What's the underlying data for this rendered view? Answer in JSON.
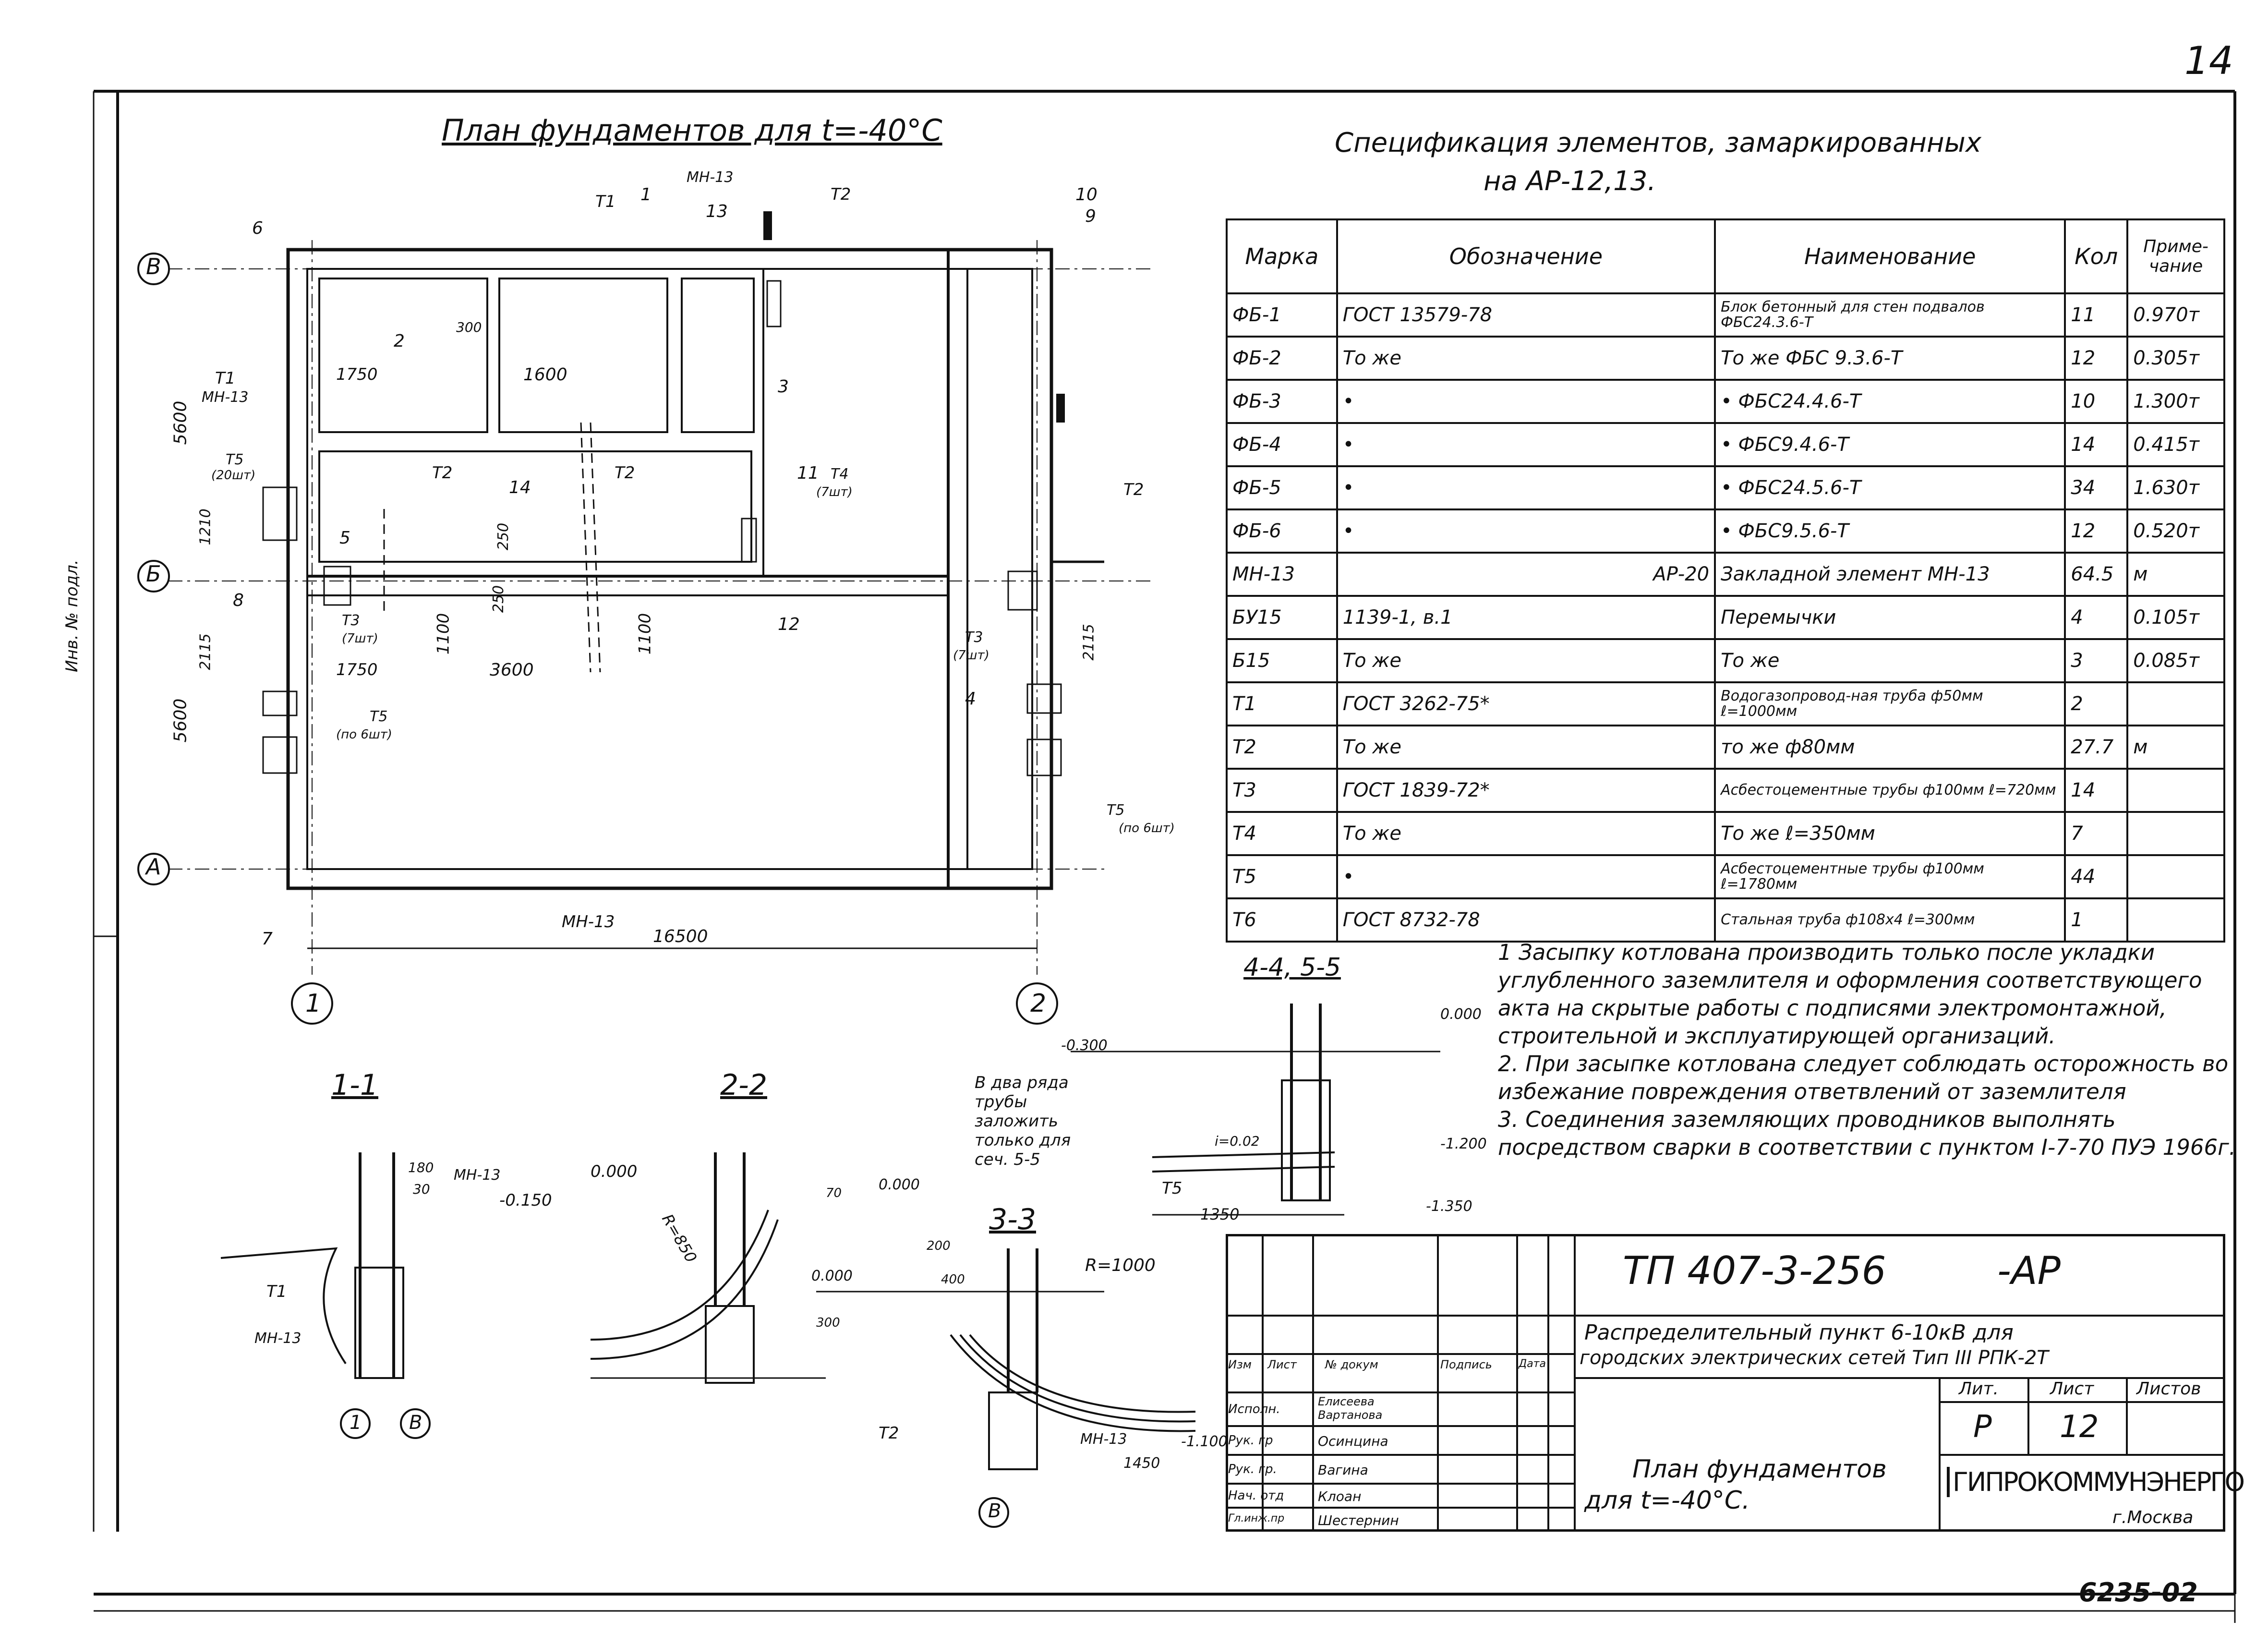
{
  "sheet_corner_number": "14",
  "plan": {
    "title": "План фундаментов для t=-40°C",
    "axis_letters": [
      "В",
      "Б",
      "А"
    ],
    "axis_numbers": [
      "1",
      "2"
    ],
    "dims": {
      "overall_length": "16500",
      "left_upper": "5600",
      "left_lower": "5600",
      "d3600": "3600",
      "d1600": "1600",
      "d1750a": "1750",
      "d1750b": "1750",
      "d1100a": "1100",
      "d1100b": "1100",
      "d300": "300",
      "d250a": "250",
      "d250b": "250",
      "d2115a": "2115",
      "d2115b": "2115",
      "d1210": "1210"
    },
    "labels": {
      "mn13_top": "МН-13",
      "mn13_left": "МН-13",
      "mn13_bottom": "МН-13",
      "t1_top": "Т1",
      "t1_left": "Т1",
      "t2_top": "Т2",
      "t2_mid": "Т2",
      "t2_right": "Т2",
      "t2_room": "Т2",
      "t3_left": "Т3",
      "t3_left_note": "(7шт)",
      "t3_right": "Т3",
      "t3_right_note": "(7шт)",
      "t4": "Т4",
      "t4_note": "(7шт)",
      "t5_left_upper": "Т5",
      "t5_left_upper_note": "(20шт)",
      "t5_left_lower": "Т5",
      "t5_left_lower_note": "(по 6шт)",
      "t5_right": "Т5",
      "t5_right_note": "(по 6шт)"
    },
    "section_marks": [
      "1",
      "2",
      "3",
      "4",
      "5",
      "6",
      "7",
      "8",
      "9",
      "10",
      "11",
      "12",
      "13",
      "14"
    ]
  },
  "spec": {
    "title_line1": "Спецификация элементов, замаркированных",
    "title_line2": "на АР-12,13.",
    "headers": [
      "Марка",
      "Обозначение",
      "Наименование",
      "Кол",
      "Приме-чание"
    ],
    "rows": [
      [
        "ФБ-1",
        "ГОСТ 13579-78",
        "Блок бетонный для стен подвалов ФБС24.3.6-Т",
        "11",
        "0.970т"
      ],
      [
        "ФБ-2",
        "То же",
        "То же ФБС 9.3.6-Т",
        "12",
        "0.305т"
      ],
      [
        "ФБ-3",
        "•",
        "• ФБС24.4.6-Т",
        "10",
        "1.300т"
      ],
      [
        "ФБ-4",
        "•",
        "• ФБС9.4.6-Т",
        "14",
        "0.415т"
      ],
      [
        "ФБ-5",
        "•",
        "• ФБС24.5.6-Т",
        "34",
        "1.630т"
      ],
      [
        "ФБ-6",
        "•",
        "• ФБС9.5.6-Т",
        "12",
        "0.520т"
      ],
      [
        "МН-13",
        "АР-20",
        "Закладной элемент МН-13",
        "64.5",
        "м"
      ],
      [
        "БУ15",
        "1139-1, в.1",
        "Перемычки",
        "4",
        "0.105т"
      ],
      [
        "Б15",
        "То же",
        "То же",
        "3",
        "0.085т"
      ],
      [
        "Т1",
        "ГОСТ 3262-75*",
        "Водогазопровод-ная труба ф50мм ℓ=1000мм",
        "2",
        ""
      ],
      [
        "Т2",
        "То же",
        "то же ф80мм",
        "27.7",
        "м"
      ],
      [
        "Т3",
        "ГОСТ 1839-72*",
        "Асбестоцементные трубы ф100мм ℓ=720мм",
        "14",
        ""
      ],
      [
        "Т4",
        "То же",
        "То же ℓ=350мм",
        "7",
        ""
      ],
      [
        "Т5",
        "•",
        "Асбестоцементные трубы ф100мм ℓ=1780мм",
        "44",
        ""
      ],
      [
        "Т6",
        "ГОСТ 8732-78",
        "Стальная труба ф108х4 ℓ=300мм",
        "1",
        ""
      ]
    ]
  },
  "notes": [
    "1 Засыпку котлована производить только после укладки углубленного заземлителя и оформления соответствующего акта на скрытые работы с подписями электромонтажной, строительной и эксплуатирующей организаций.",
    "2. При засыпке котлована следует соблюдать осторожность во избежание повреждения ответвлений от заземлителя",
    "3. Соединения заземляющих проводников выполнять посредством сварки в соответствии с пунктом I-7-70 ПУЭ 1966г."
  ],
  "sections": {
    "s11": {
      "title": "1-1",
      "mark": "-0.150",
      "d180": "180",
      "d30": "30",
      "t1": "Т1",
      "mn13a": "МН-13",
      "mn13b": "МН-13",
      "axis1": "1",
      "axisB": "В"
    },
    "s22": {
      "title": "2-2",
      "mark1": "0.000",
      "mark2": "0.000",
      "radius": "R=850",
      "d70": "70"
    },
    "s33": {
      "title": "3-3",
      "mark1": "0.000",
      "mark2": "-1.100",
      "radius": "R=1000",
      "d200": "200",
      "d400": "400",
      "d300": "300",
      "d1450": "1450",
      "t2": "Т2",
      "mn13": "МН-13",
      "axisB": "В"
    },
    "s45": {
      "title": "4-4, 5-5",
      "mark1": "0.000",
      "mark2": "-0.300",
      "mark3": "-1.200",
      "mark4": "-1.350",
      "slope": "i=0.02",
      "d1350": "1350",
      "t5": "Т5"
    },
    "note_two_rows": "В два ряда трубы заложить только для сеч. 5-5"
  },
  "title_block": {
    "code": "ТП 407-3-256",
    "suffix": "-АР",
    "project_line1": "Распределительный пункт 6-10кВ для",
    "project_line2": "городских электрических сетей Тип III РПК-2Т",
    "sheet_title_line1": "План фундаментов",
    "sheet_title_line2": "для t=-40°С.",
    "col_headers": [
      "Изм",
      "Лист",
      "№ докум",
      "Подпись",
      "Дата"
    ],
    "roles": [
      "Исполн.",
      "Рук. гр",
      "Рук. гр.",
      "Нач. отд",
      "Гл.инж.пр"
    ],
    "names": [
      "Елисеева Вартанова",
      "Осинцина",
      "Вагина",
      "Клоан",
      "Шестернин"
    ],
    "lit_label": "Лит.",
    "list_label": "Лист",
    "lists_label": "Листов",
    "lit_value": "Р",
    "list_value": "12",
    "org": "ГИПРОКОММУНЭНЕРГО",
    "city": "г.Москва"
  },
  "bottom_code": "6235-02",
  "side_text": "Инв. № подл."
}
